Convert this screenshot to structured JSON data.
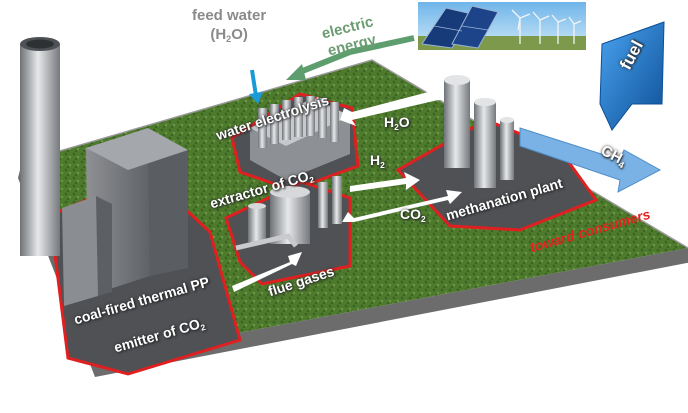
{
  "labels": {
    "feed_water_line1": "feed water",
    "feed_water_line2_pre": "(H",
    "feed_water_line2_sub": "2",
    "feed_water_line2_post": "O)",
    "electric_line1": "electric",
    "electric_line2": "energy",
    "fuel": "fuel",
    "water_electrolysis": "water electrolysis",
    "h2o_pre": "H",
    "h2o_sub": "2",
    "h2o_post": "O",
    "extractor_pre": "extractor of CO",
    "extractor_sub": "2",
    "h2_pre": "H",
    "h2_sub": "2",
    "ch4_pre": "CH",
    "ch4_sub": "4",
    "co2_pre": "CO",
    "co2_sub": "2",
    "methanation": "methanation plant",
    "toward_consumers": "toward consumers",
    "coal_fired": "coal-fired thermal PP",
    "emitter_pre": "emitter of CO",
    "emitter_sub": "2",
    "flue_gases": "flue gases"
  },
  "colors": {
    "ground": "#4e7a2e",
    "base_side": "#6c6c6c",
    "pad": "#4f5155",
    "pad_outline": "#e02020",
    "arrow_white": "#ffffff",
    "arrow_blue": "#1a9ad6",
    "arrow_green": "#5e9e6e",
    "fuel_blue": "#1976c9",
    "ch4_blue": "#7ab2e6"
  },
  "icons": [
    "solar-panel-icon",
    "wind-turbine-icon",
    "chimney-icon",
    "tank-icon"
  ]
}
